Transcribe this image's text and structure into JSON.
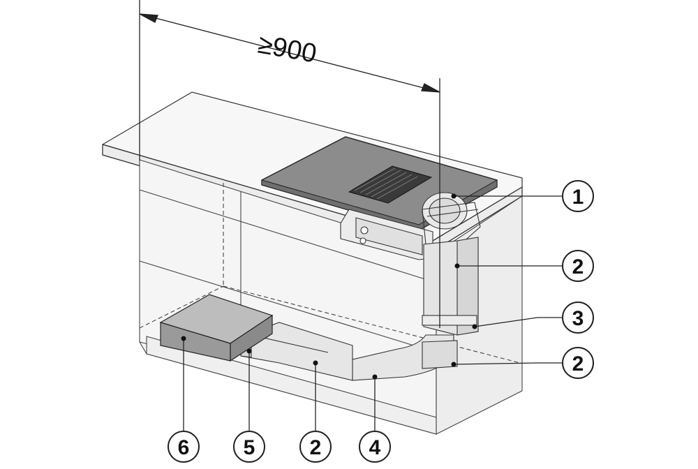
{
  "dimension": {
    "label": "≥900"
  },
  "callouts": [
    {
      "number": "1",
      "part": "fan-unit"
    },
    {
      "number": "2",
      "part": "flat-duct-riser"
    },
    {
      "number": "3",
      "part": "duct-connector"
    },
    {
      "number": "2",
      "part": "flat-duct-short"
    },
    {
      "number": "6",
      "part": "outlet-box"
    },
    {
      "number": "5",
      "part": "duct-adapter"
    },
    {
      "number": "2",
      "part": "flat-duct-horizontal"
    },
    {
      "number": "4",
      "part": "duct-bend"
    }
  ],
  "colors": {
    "line": "#222222",
    "cabinet": "#f4f4f4",
    "cooktop": "#8c8c8c",
    "duct": "#e6e6e6",
    "outlet": "#a8a8a8"
  }
}
